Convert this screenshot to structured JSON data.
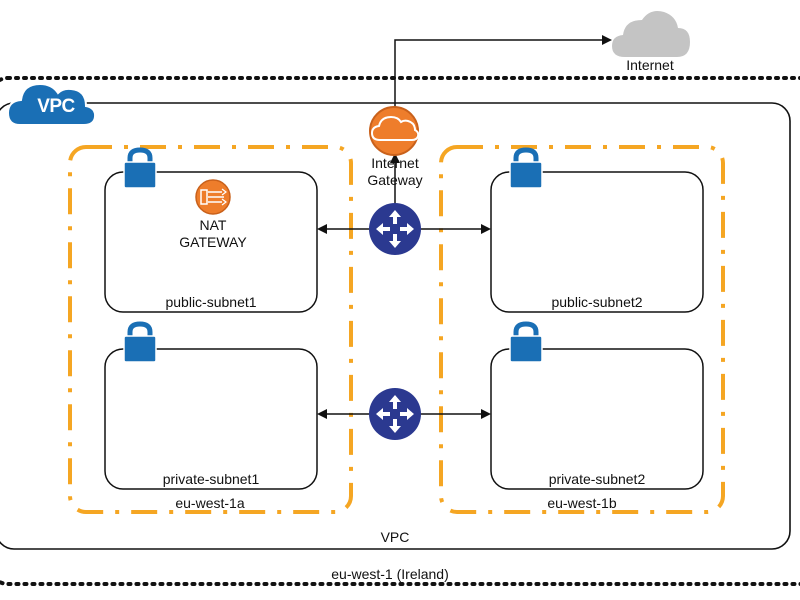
{
  "internet": {
    "label": "Internet"
  },
  "region": {
    "label": "eu-west-1 (Ireland)"
  },
  "vpc": {
    "badge_label": "VPC",
    "bottom_label": "VPC"
  },
  "internet_gateway": {
    "label_line1": "Internet",
    "label_line2": "Gateway"
  },
  "nat_gateway": {
    "label_line1": "NAT",
    "label_line2": "GATEWAY"
  },
  "availability_zones": [
    {
      "label": "eu-west-1a"
    },
    {
      "label": "eu-west-1b"
    }
  ],
  "subnets": [
    {
      "label": "public-subnet1"
    },
    {
      "label": "public-subnet2"
    },
    {
      "label": "private-subnet1"
    },
    {
      "label": "private-subnet2"
    }
  ],
  "colors": {
    "zone_orange": "#f5a623",
    "aws_blue": "#1a6fb5",
    "router_navy": "#2b3990",
    "gateway_orange": "#ee7d2b",
    "cloud_gray": "#c4c4c4"
  }
}
